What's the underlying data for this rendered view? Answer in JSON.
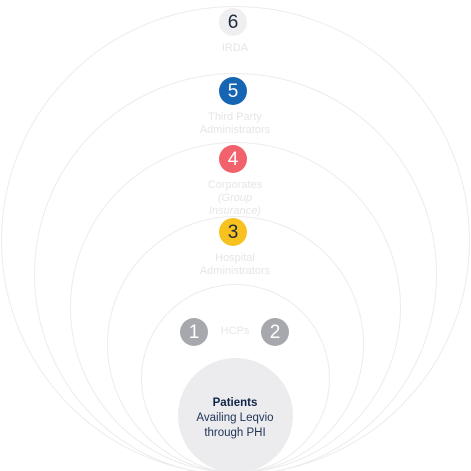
{
  "colors": {
    "ring_line": "#ececee",
    "core_fill": "#ececee",
    "label_text": "#e6e6e9",
    "core_title": "#0f2447",
    "core_text": "#1e3356"
  },
  "levels": [
    {
      "number": "6",
      "label_lines": [
        "IRDA"
      ],
      "badge_bg": "#efeff1",
      "badge_fg": "#1e2a3d"
    },
    {
      "number": "5",
      "label_lines": [
        "Third Party",
        "Administrators"
      ],
      "badge_bg": "#1565b3",
      "badge_fg": "#ffffff"
    },
    {
      "number": "4",
      "label_lines": [
        "Corporates",
        "(Group",
        "Insurance)"
      ],
      "badge_bg": "#f2626d",
      "badge_fg": "#ffffff"
    },
    {
      "number": "3",
      "label_lines": [
        "Hospital",
        "Administrators"
      ],
      "badge_bg": "#f7c21e",
      "badge_fg": "#1e2a3d"
    }
  ],
  "hcps": {
    "label": "HCPs",
    "left_number": "1",
    "right_number": "2",
    "badge_bg": "#a6a8ae",
    "badge_fg": "#ffffff"
  },
  "core": {
    "title": "Patients",
    "line1": "Availing Leqvio",
    "line2": "through PHI"
  }
}
